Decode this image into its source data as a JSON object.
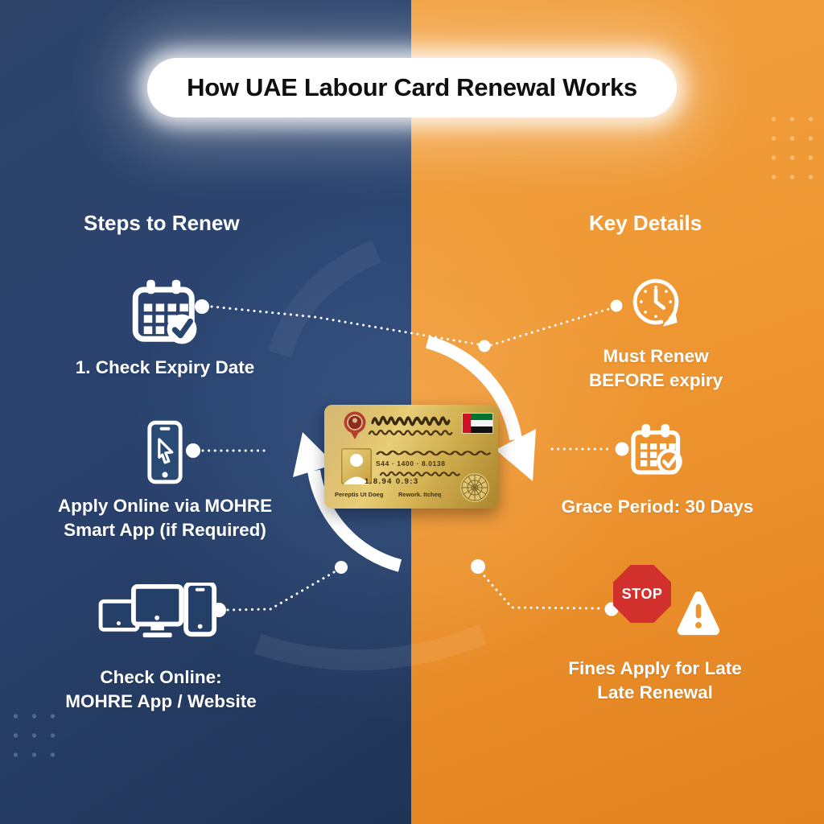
{
  "title": "How UAE Labour Card Renewal Works",
  "left": {
    "heading": "Steps to Renew",
    "step1": {
      "icon": "calendar-check-icon",
      "label": "1. Check Expiry Date"
    },
    "step2": {
      "icon": "phone-tap-icon",
      "line1": "Apply Online via MOHRE",
      "line2": "Smart App (if Required)"
    },
    "step3": {
      "icon": "devices-icon",
      "line1": "Check Online:",
      "line2": "MOHRE App / Website"
    }
  },
  "right": {
    "heading": "Key Details",
    "item1": {
      "icon": "clock-deadline-icon",
      "line1": "Must Renew",
      "line2": "BEFORE expiry"
    },
    "item2": {
      "icon": "calendar-grace-icon",
      "label": "Grace Period: 30 Days"
    },
    "item3": {
      "icon_stop": "stop-sign-icon",
      "icon_warning": "warning-triangle-icon",
      "stop_label": "STOP",
      "line1": "Fines Apply for Late",
      "line2": "Late Renewal"
    }
  },
  "card": {
    "name": "uae-labour-card",
    "row_values": "S44 · 1400 · 8.0138",
    "serial": "1.8.94  0.9:3",
    "footer_left": "Pereptis Ut Doeg",
    "footer_right": "Rework. Itcheq"
  },
  "colors": {
    "blue_panel": "#2a436f",
    "orange_panel": "#ee9530",
    "stop_red": "#d2302c",
    "card_gold": "#d9b856",
    "flag_red": "#ce1126",
    "flag_green": "#00732f"
  }
}
